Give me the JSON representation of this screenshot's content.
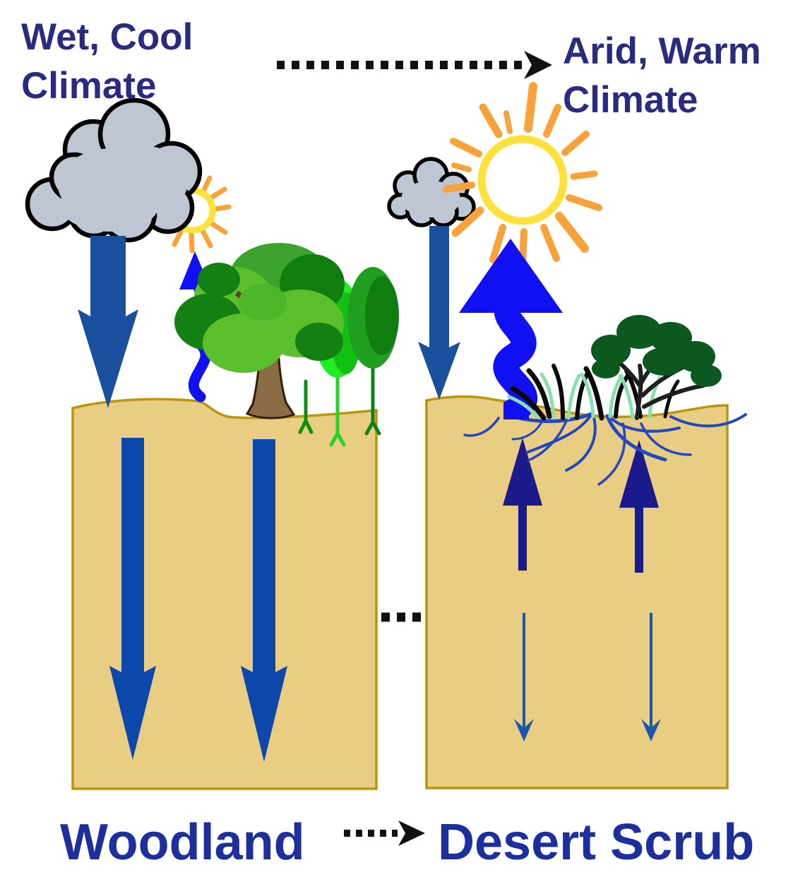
{
  "diagram": {
    "title_implicit": "Woodland to Desert Scrub climate transition diagram",
    "labels": {
      "left_climate": {
        "line1": "Wet, Cool",
        "line2": "Climate"
      },
      "right_climate": {
        "line1": "Arid, Warm",
        "line2": "Climate"
      },
      "left_biome": "Woodland",
      "right_biome": "Desert Scrub"
    },
    "icons": {
      "large-rain-cloud-icon": "big gray storm cloud over woodland",
      "small-sun-icon": "small sun peeking behind cloud",
      "heavy-rain-arrow-icon": "wide dark-blue downward arrow (high precipitation)",
      "small-evaporation-arrow-icon": "thin blue wavy upward arrow (low evaporation)",
      "woodland-trees-icon": "leafy deciduous trees with trunks rooted in soil",
      "deep-percolation-arrows-icon": "two long dark-blue downward arrows inside soil",
      "small-rain-cloud-icon": "small gray cloud over desert",
      "large-sun-icon": "large sun with long orange rays",
      "light-rain-arrow-icon": "narrow dark-blue downward arrow (low precipitation)",
      "large-evaporation-arrow-icon": "thick blue wavy upward arrow (high evaporation)",
      "desert-scrub-icon": "dark scrub bush and grass tufts",
      "shallow-roots-icon": "blue shallow branching root network in soil",
      "capillary-rise-arrows-icon": "two navy upward arrows inside soil",
      "weak-percolation-arrows-icon": "two thin blue downward arrows inside soil",
      "climate-transition-arrow-icon": "black dotted arrow, wet climate to arid climate",
      "soil-transition-arrow-icon": "black dotted arrow between soil blocks",
      "biome-transition-arrow-icon": "black dotted arrow, Woodland to Desert Scrub"
    },
    "colors": {
      "heading_text": "#2A2A7E",
      "biome_text": "#1C2F9D",
      "rain_arrow": "#1A4F9D",
      "percolation_arrow": "#0C47AB",
      "capillary_arrow": "#1A1A8C",
      "weak_percolation_arrow": "#1D57AC",
      "evaporation_arrow": "#1010F2",
      "soil_fill": "#E8CD83",
      "soil_border": "#B8960F",
      "cloud_fill": "#BDC6D2",
      "cloud_outline": "#000000",
      "sun_ring": "#FFE13B",
      "sun_rays": "#F9A23B",
      "tree_green_light": "#5BBE2D",
      "tree_green_dark": "#128012",
      "tree_green_bright": "#22ED22",
      "trunk_brown": "#8A6C45",
      "scrub_green": "#0C5920",
      "grass_mint": "#8ADFB0",
      "root_blue": "#2148C0",
      "dotted_arrow": "#111111"
    }
  }
}
